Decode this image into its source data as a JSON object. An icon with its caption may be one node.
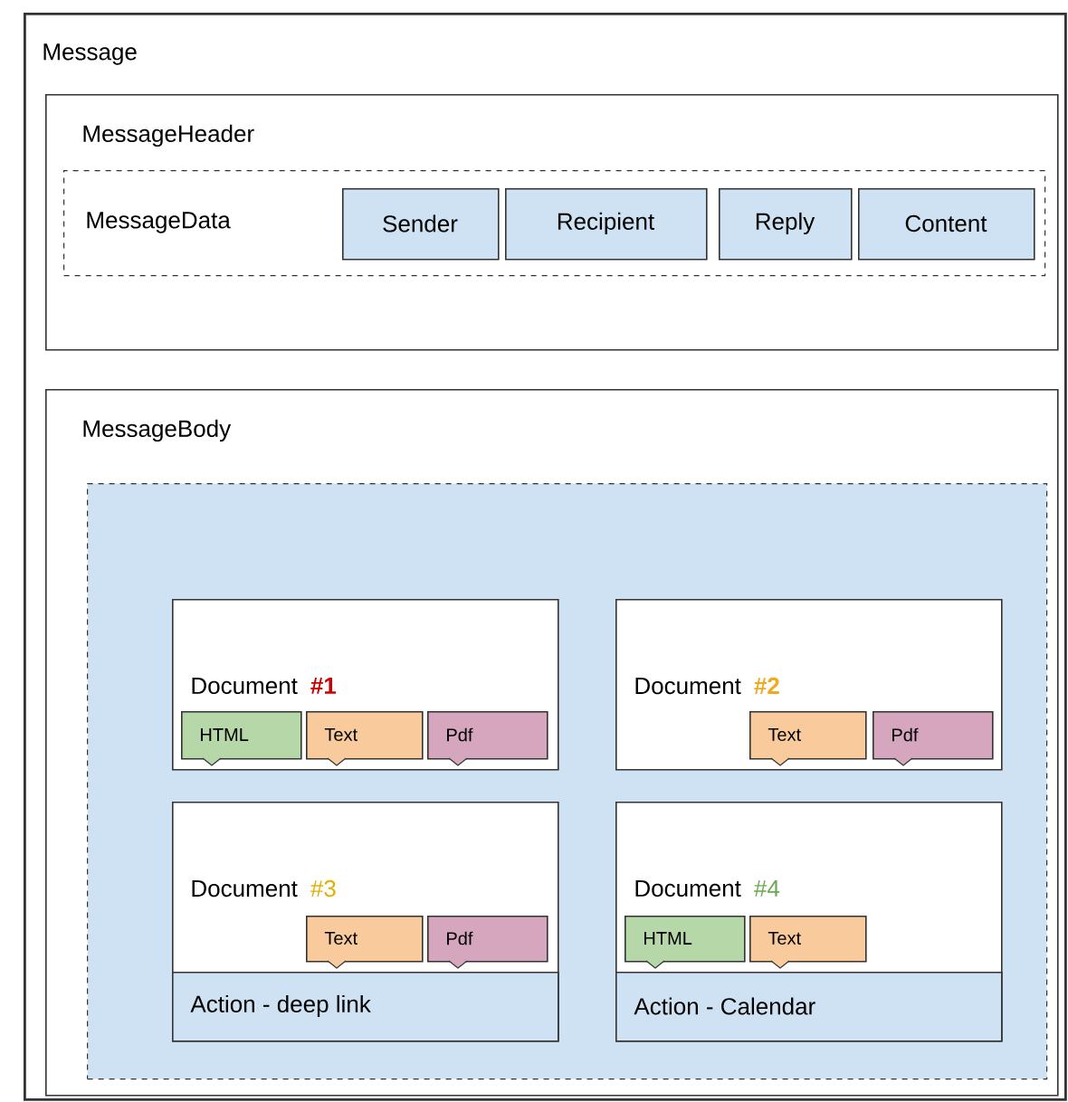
{
  "diagram": {
    "nodes": [
      {
        "text": [
          "Message"
        ]
      },
      {
        "text": [
          "MessageHeader"
        ],
        "in": 0
      },
      {
        "text": [
          "MessageData"
        ],
        "in": 1
      },
      {
        "text": [
          "Sender"
        ],
        "in": 2
      },
      {
        "text": [
          "Recipient"
        ],
        "in": 2
      },
      {
        "text": [
          "Reply"
        ],
        "in": 2
      },
      {
        "text": [
          "Content"
        ],
        "in": 2
      },
      {
        "text": [
          "MessageBody"
        ],
        "in": 0
      },
      {
        "text": [],
        "shape": "box",
        "in": 7
      },
      {
        "text": [
          "Document",
          "**#1**"
        ],
        "in": 8
      },
      {
        "text": [
          "HTML"
        ],
        "in": 9
      },
      {
        "text": [
          "Text"
        ],
        "in": 9
      },
      {
        "text": [
          "Pdf"
        ],
        "in": 9
      },
      {
        "text": [
          "Document",
          "**#2**"
        ],
        "in": 8
      },
      {
        "text": [
          "Text"
        ],
        "in": 13
      },
      {
        "text": [
          "Pdf"
        ],
        "in": 13
      },
      {
        "text": [
          "Document",
          "#3"
        ],
        "in": 8
      },
      {
        "text": [
          "Text"
        ],
        "in": 16
      },
      {
        "text": [
          "Pdf"
        ],
        "in": 16
      },
      {
        "text": [
          "Action - deep link"
        ],
        "in": 16
      },
      {
        "text": [
          "Document",
          "#4"
        ],
        "in": 8
      },
      {
        "text": [
          "HTML"
        ],
        "in": 20
      },
      {
        "text": [
          "Text"
        ],
        "in": 20
      },
      {
        "text": [
          "Action - Calendar"
        ],
        "in": 20
      }
    ]
  }
}
